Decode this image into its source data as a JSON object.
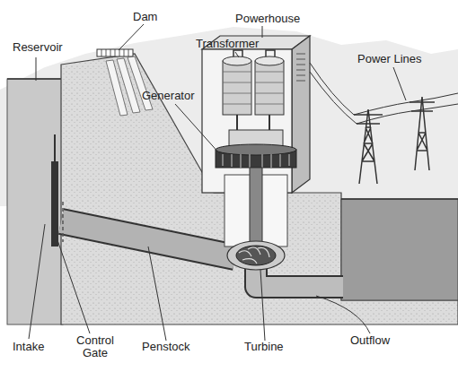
{
  "diagram": {
    "labels": [
      "Reservoir",
      "Dam",
      "Powerhouse",
      "Transformer",
      "Power Lines",
      "Generator",
      "Intake",
      "Control Gate",
      "Penstock",
      "Turbine",
      "Outflow"
    ]
  }
}
